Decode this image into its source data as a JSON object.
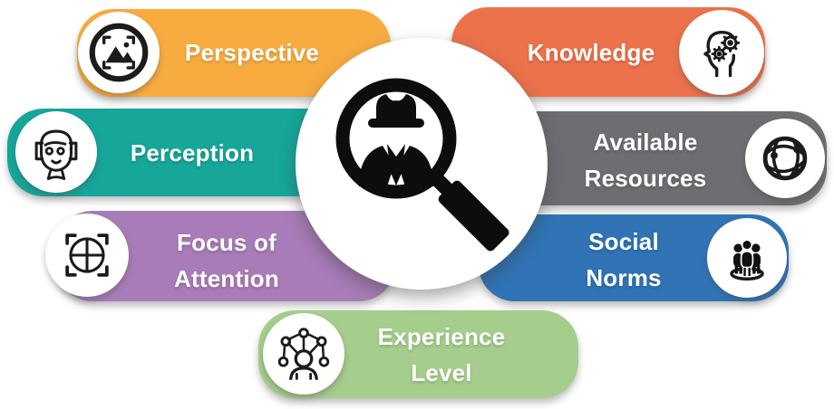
{
  "diagram": {
    "text_color": "#FFFFFF",
    "center": {
      "icon": "detective-magnifier-icon"
    },
    "items": [
      {
        "id": "perspective",
        "lines": [
          "Perspective"
        ],
        "color": "#F8AC40",
        "icon": "image-viewfinder-icon"
      },
      {
        "id": "knowledge",
        "lines": [
          "Knowledge"
        ],
        "color": "#EC724B",
        "icon": "head-gears-icon"
      },
      {
        "id": "perception",
        "lines": [
          "Perception"
        ],
        "color": "#16A69A",
        "icon": "face-scan-icon"
      },
      {
        "id": "available-resources",
        "lines": [
          "Available",
          "Resources"
        ],
        "color": "#6E6E72",
        "icon": "globe-network-icon"
      },
      {
        "id": "focus-of-attention",
        "lines": [
          "Focus of",
          "Attention"
        ],
        "color": "#A87CB8",
        "icon": "crosshair-target-icon"
      },
      {
        "id": "social-norms",
        "lines": [
          "Social",
          "Norms"
        ],
        "color": "#3074B6",
        "icon": "people-group-icon"
      },
      {
        "id": "experience-level",
        "lines": [
          "Experience",
          "Level"
        ],
        "color": "#A5CE8C",
        "icon": "person-network-icon"
      }
    ]
  }
}
